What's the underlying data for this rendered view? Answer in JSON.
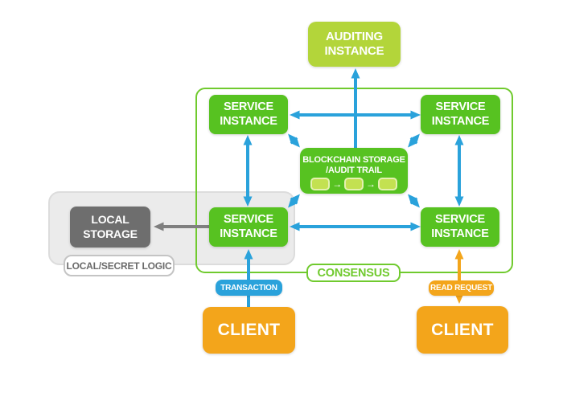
{
  "colors": {
    "service_green": "#57c221",
    "auditing_green": "#b3d53a",
    "block_green": "#c3e151",
    "consensus_border_green": "#70ca2e",
    "arrow_blue": "#2aa2db",
    "client_orange": "#f3a51b",
    "local_storage_gray": "#6e6e6e",
    "panel_gray": "#ebebeb",
    "arrow_gray": "#7f7f7f"
  },
  "nodes": {
    "auditing_instance": {
      "label": "AUDITING\nINSTANCE"
    },
    "service_instance_top_left": {
      "label": "SERVICE\nINSTANCE"
    },
    "service_instance_top_right": {
      "label": "SERVICE\nINSTANCE"
    },
    "service_instance_bottom_left": {
      "label": "SERVICE\nINSTANCE"
    },
    "service_instance_bottom_right": {
      "label": "SERVICE\nINSTANCE"
    },
    "blockchain_storage": {
      "label": "BLOCKCHAIN STORAGE\n/AUDIT TRAIL",
      "block_count": 3
    },
    "local_storage": {
      "label": "LOCAL\nSTORAGE"
    },
    "client_left": {
      "label": "CLIENT"
    },
    "client_right": {
      "label": "CLIENT"
    }
  },
  "labels": {
    "consensus": "CONSENSUS",
    "local_secret_logic": "LOCAL/SECRET LOGIC",
    "transaction": "TRANSACTION",
    "read_request": "READ REQUEST"
  },
  "icons": {
    "block_arrow": "→"
  }
}
